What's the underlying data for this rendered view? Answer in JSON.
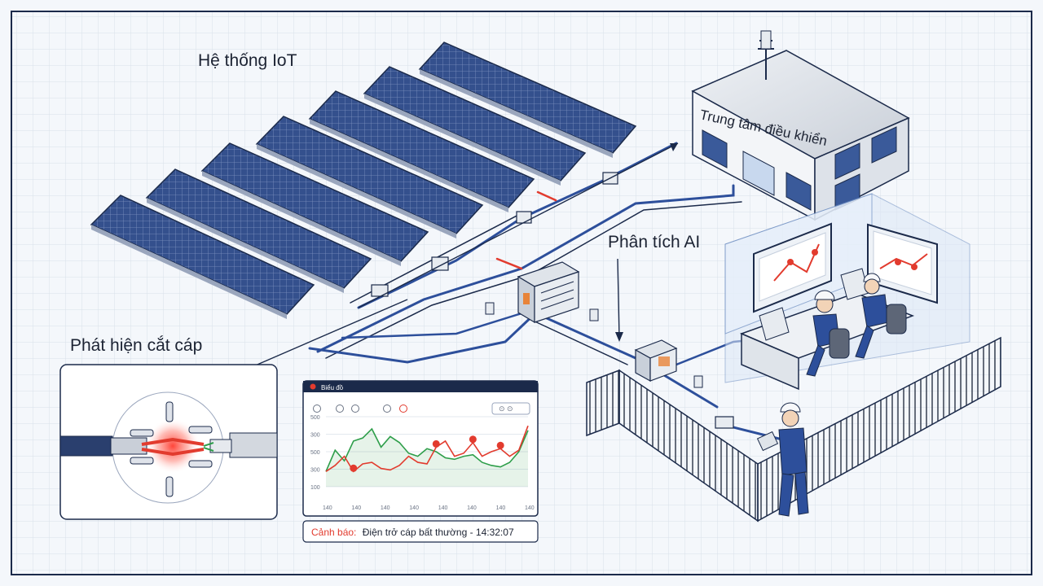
{
  "labels": {
    "iot_system": "Hệ thống IoT",
    "control_center": "Trung tâm điều khiển",
    "ai_analysis": "Phân tích AI",
    "cable_cut_detection": "Phát hiện cắt cáp"
  },
  "dashboard": {
    "title": "Biểu đồ",
    "dropdown": "⊙ ⊙",
    "y_ticks": [
      "500",
      "300",
      "500",
      "300",
      "100"
    ],
    "x_ticks": [
      "140",
      "140",
      "140",
      "140",
      "140",
      "140",
      "140",
      "140"
    ],
    "alert_prefix": "Cảnh báo:",
    "alert_message": "Điện trở cáp bất thường - 14:32:07"
  },
  "colors": {
    "frame": "#1b2a4a",
    "accent_red": "#e23b2e",
    "line_green": "#2e9e4a",
    "cable_blue": "#2d4f9b",
    "panel_blue": "#27407a"
  },
  "chart_data": {
    "type": "line",
    "x": [
      0,
      1,
      2,
      3,
      4,
      5,
      6,
      7,
      8,
      9,
      10,
      11,
      12,
      13,
      14,
      15,
      16,
      17,
      18,
      19,
      20,
      21,
      22
    ],
    "series": [
      {
        "values": [
          200,
          340,
          270,
          400,
          420,
          480,
          360,
          430,
          390,
          320,
          300,
          350,
          330,
          290,
          280,
          300,
          310,
          260,
          240,
          230,
          260,
          330,
          470
        ]
      },
      {
        "values": [
          200,
          240,
          300,
          200,
          250,
          260,
          220,
          210,
          240,
          300,
          260,
          250,
          360,
          400,
          300,
          320,
          390,
          300,
          330,
          350,
          300,
          340,
          500
        ]
      }
    ],
    "ylim": [
      100,
      560
    ]
  }
}
